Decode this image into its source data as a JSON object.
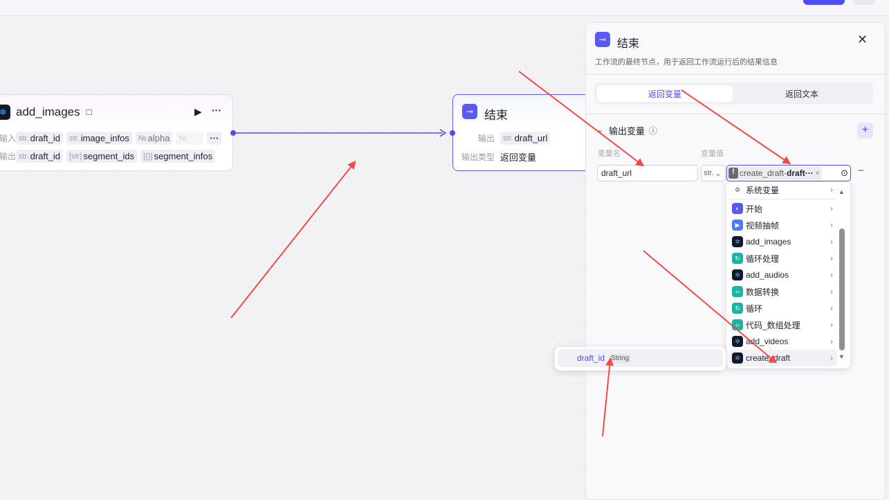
{
  "colors": {
    "accent": "#4d4df5",
    "annotation": "#f04a4a"
  },
  "node_add_images": {
    "title": "add_images",
    "input_label": "输入",
    "output_label": "输出",
    "inputs": [
      {
        "type": "str.",
        "name": "draft_id"
      },
      {
        "type": "str.",
        "name": "image_infos"
      },
      {
        "type": "№",
        "name": "alpha"
      },
      {
        "type": "№",
        "name": ""
      }
    ],
    "outputs": [
      {
        "type": "str.",
        "name": "draft_id"
      },
      {
        "type": "[str]",
        "name": "segment_ids"
      },
      {
        "type": "[{}]",
        "name": "segment_infos"
      }
    ],
    "more": "···"
  },
  "node_end": {
    "title": "结束",
    "output_label": "输出",
    "output_type": "str.",
    "output_name": "draft_url",
    "output_type_label": "输出类型",
    "output_type_value": "返回变量"
  },
  "panel": {
    "title": "结束",
    "description": "工作流的最终节点，用于返回工作流运行后的结果信息",
    "tabs": [
      "返回变量",
      "返回文本"
    ],
    "section": "输出变量",
    "col_name": "变量名",
    "col_value": "变量值",
    "var_name": "draft_url",
    "var_type": "str.",
    "ref_node": "create_draft",
    "ref_sep": " · ",
    "ref_field": "draft···"
  },
  "dropdown": {
    "items": [
      {
        "label": "系统变量",
        "icon": "gear"
      },
      {
        "label": "开始",
        "icon": "start"
      },
      {
        "label": "视频抽帧",
        "icon": "video"
      },
      {
        "label": "add_images",
        "icon": "plugin"
      },
      {
        "label": "循环处理",
        "icon": "loop"
      },
      {
        "label": "add_audios",
        "icon": "plugin"
      },
      {
        "label": "数据转换",
        "icon": "code"
      },
      {
        "label": "循环",
        "icon": "loop"
      },
      {
        "label": "代码_数组处理",
        "icon": "code"
      },
      {
        "label": "add_videos",
        "icon": "plugin"
      },
      {
        "label": "create_draft",
        "icon": "plugin"
      }
    ]
  },
  "submenu": {
    "field": "draft_id",
    "type": "String"
  }
}
